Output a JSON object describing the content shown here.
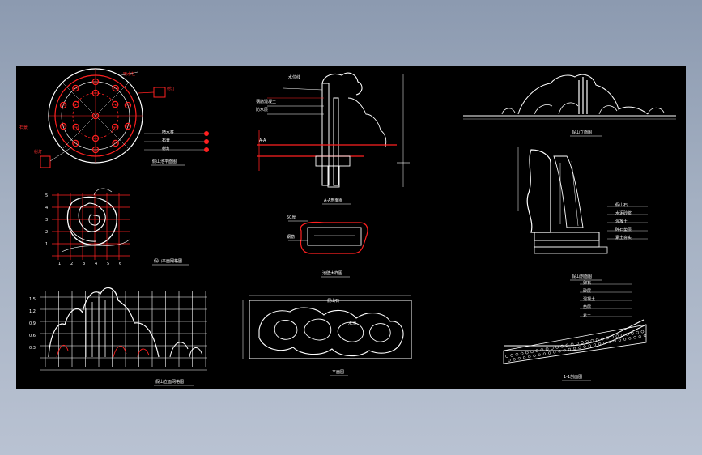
{
  "canvas": {
    "background": "#000000",
    "window_bg": "#9aa7bb"
  },
  "colors": {
    "white": "#ffffff",
    "red": "#ff2020",
    "dark_red": "#c00000"
  },
  "drawings": {
    "plan_circle": {
      "caption": "假山池平面图",
      "legend": [
        "喷水柱",
        "石景",
        "射灯"
      ]
    },
    "grid_plan": {
      "caption": "假山平面网格图",
      "x_ticks": [
        "1",
        "2",
        "3",
        "4",
        "5",
        "6"
      ],
      "y_ticks": [
        "5",
        "4",
        "3",
        "2",
        "1"
      ]
    },
    "elevation_grid": {
      "caption": "假山立面网格图",
      "y_ticks": [
        "1.5",
        "1.2",
        "0.9",
        "0.6",
        "0.3"
      ]
    },
    "section_center": {
      "caption": "A-A剖面图",
      "left_label": "A-A",
      "labels": [
        "水位线",
        "钢筋混凝土",
        "防水层"
      ]
    },
    "detail_small": {
      "caption": "池壁大样图",
      "labels": [
        "50厚",
        "钢筋"
      ]
    },
    "plan_rock": {
      "caption": "平面图",
      "labels": [
        "假山石",
        "水池"
      ]
    },
    "elevation_right": {
      "caption": "假山立面图"
    },
    "section_right": {
      "caption": "假山剖面图",
      "labels": [
        "假山石",
        "水泥砂浆",
        "混凝土",
        "碎石垫层",
        "素土夯实"
      ]
    },
    "profile_right": {
      "caption": "1-1剖面图",
      "labels": [
        "卵石",
        "砂层",
        "混凝土",
        "垫层",
        "素土"
      ]
    }
  }
}
